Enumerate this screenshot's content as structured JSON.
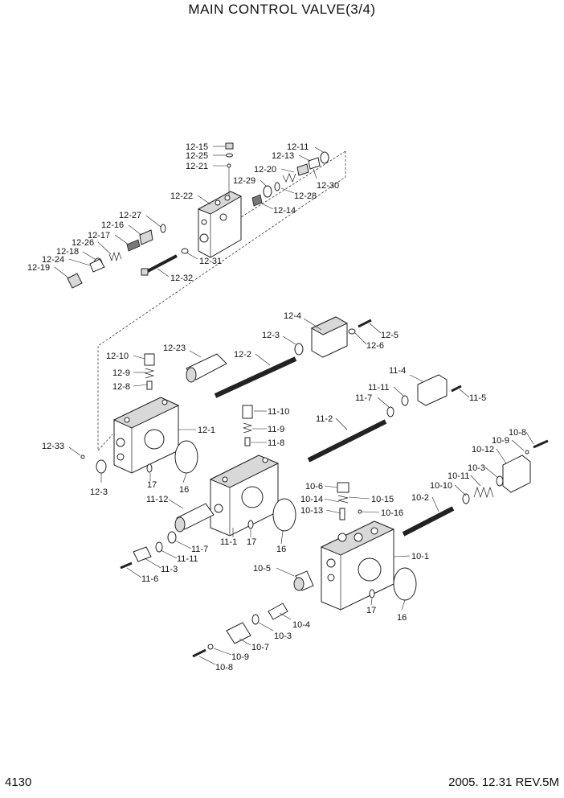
{
  "header": {
    "title": "MAIN CONTROL VALVE(3/4)"
  },
  "footer": {
    "page_number": "4130",
    "date_rev": "2005. 12.31  REV.5M"
  },
  "parts": {
    "p12_15": "12-15",
    "p12_25": "12-25",
    "p12_21": "12-21",
    "p12_22": "12-22",
    "p12_11": "12-11",
    "p12_13": "12-13",
    "p12_20": "12-20",
    "p12_29": "12-29",
    "p12_30": "12-30",
    "p12_28": "12-28",
    "p12_14": "12-14",
    "p12_27": "12-27",
    "p12_16": "12-16",
    "p12_17": "12-17",
    "p12_26": "12-26",
    "p12_18": "12-18",
    "p12_24": "12-24",
    "p12_19": "12-19",
    "p12_31": "12-31",
    "p12_32": "12-32",
    "p12_4": "12-4",
    "p12_3": "12-3",
    "p12_5": "12-5",
    "p12_6": "12-6",
    "p12_10": "12-10",
    "p12_23": "12-23",
    "p12_2": "12-2",
    "p12_9": "12-9",
    "p12_8": "12-8",
    "p12_1": "12-1",
    "p12_33": "12-33",
    "p12_3b": "12-3",
    "p11_4": "11-4",
    "p11_11": "11-11",
    "p11_7": "11-7",
    "p11_5": "11-5",
    "p11_10": "11-10",
    "p11_9": "11-9",
    "p11_8": "11-8",
    "p11_2": "11-2",
    "p17a": "17",
    "p16a": "16",
    "p11_12": "11-12",
    "p11_1": "11-1",
    "p17b": "17",
    "p16b": "16",
    "p11_7b": "11-7",
    "p11_11b": "11-11",
    "p11_3": "11-3",
    "p11_6": "11-6",
    "p10_8": "10-8",
    "p10_9": "10-9",
    "p10_12": "10-12",
    "p10_3": "10-3",
    "p10_11": "10-11",
    "p10_10": "10-10",
    "p10_6": "10-6",
    "p10_15": "10-15",
    "p10_14": "10-14",
    "p10_13": "10-13",
    "p10_16": "10-16",
    "p10_2": "10-2",
    "p10_1": "10-1",
    "p10_5": "10-5",
    "p17c": "17",
    "p16c": "16",
    "p10_4": "10-4",
    "p10_3b": "10-3",
    "p10_7": "10-7",
    "p10_9b": "10-9",
    "p10_8b": "10-8"
  }
}
